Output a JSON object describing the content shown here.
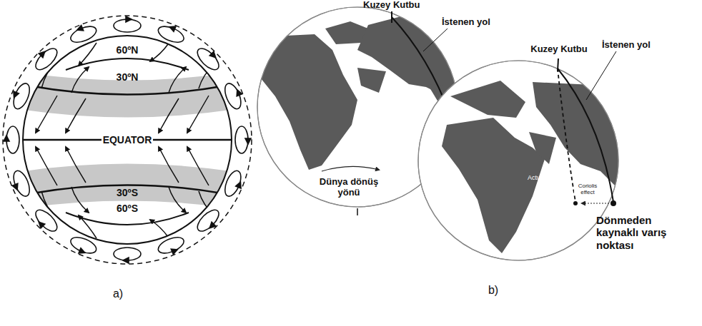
{
  "diagram": {
    "labels": [
      "60ºN",
      "30ºN",
      "EQUATOR",
      "30ºS",
      "60ºS",
      "a)",
      "Kuzey Kutbu",
      "İstenen yol",
      "Dünya dönüş yönü",
      "Kuzey Kutbu",
      "İstenen yol",
      "Actual path",
      "Coriolis effect",
      "Dönmeden kaynaklı varış noktası",
      "b)"
    ]
  }
}
